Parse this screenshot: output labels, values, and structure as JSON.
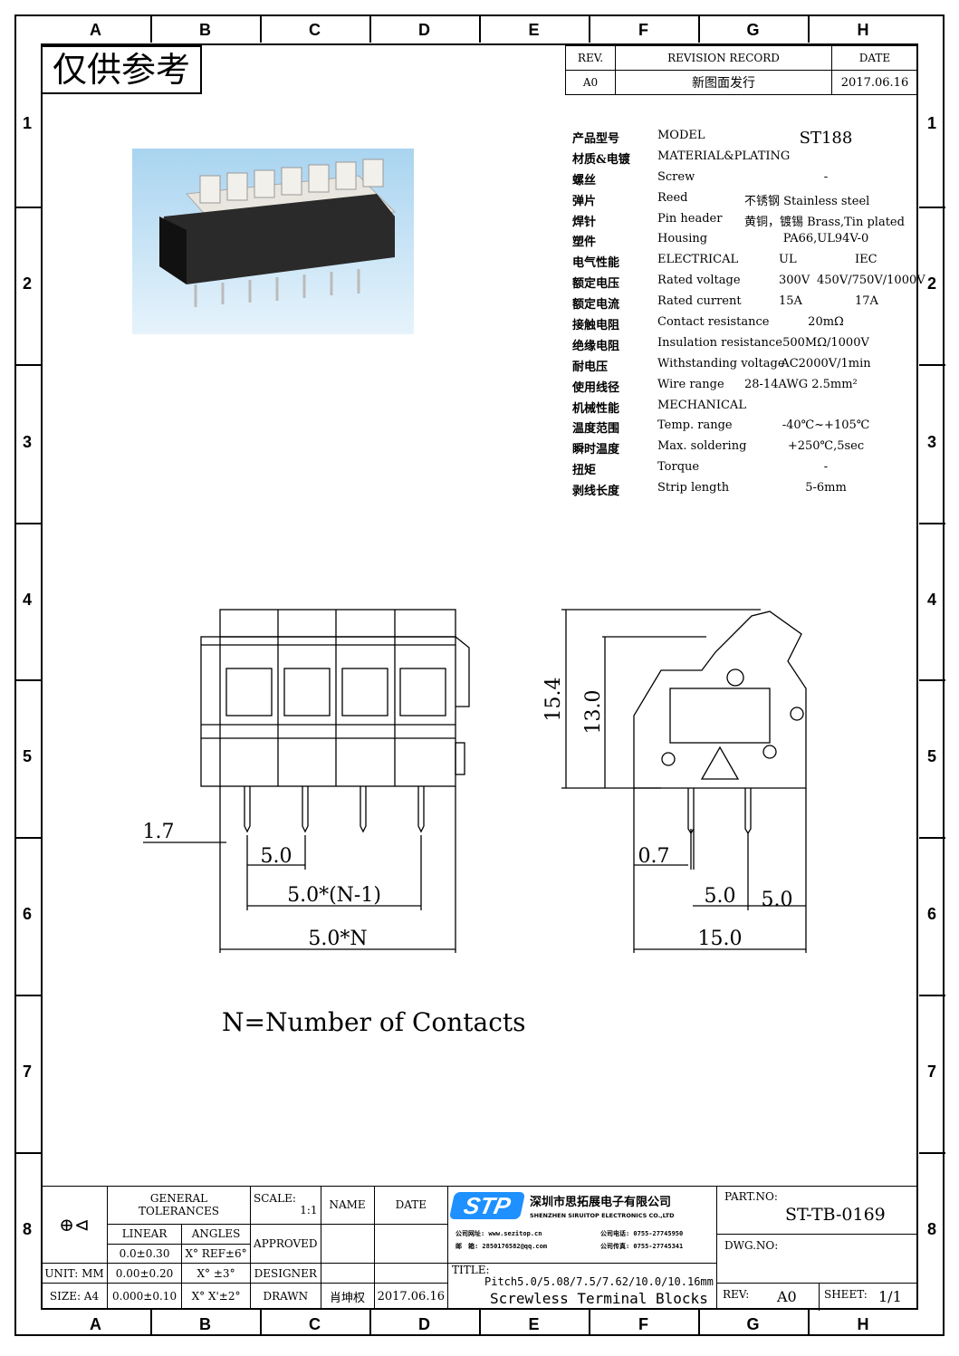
{
  "frame": {
    "columns": [
      "A",
      "B",
      "C",
      "D",
      "E",
      "F",
      "G",
      "H"
    ],
    "rows": [
      "1",
      "2",
      "3",
      "4",
      "5",
      "6",
      "7",
      "8"
    ]
  },
  "stamp": "仅供参考",
  "revision": {
    "headers": [
      "REV.",
      "REVISION RECORD",
      "DATE"
    ],
    "rows": [
      {
        "rev": "A0",
        "record": "新图面发行",
        "date": "2017.06.16"
      }
    ]
  },
  "spec": [
    {
      "cn": "产品型号",
      "en": "MODEL",
      "v1": "ST188",
      "v2": ""
    },
    {
      "cn": "材质&电镀",
      "en": "MATERIAL&PLATING",
      "v1": "",
      "v2": ""
    },
    {
      "cn": "螺丝",
      "en": "Screw",
      "v1": "-",
      "v2": ""
    },
    {
      "cn": "弹片",
      "en": "Reed",
      "v1": "不锈钢 Stainless steel",
      "v2": ""
    },
    {
      "cn": "焊针",
      "en": "Pin header",
      "v1": "黄铜，镀锡 Brass,Tin plated",
      "v2": ""
    },
    {
      "cn": "塑件",
      "en": "Housing",
      "v1": "PA66,UL94V-0",
      "v2": ""
    },
    {
      "cn": "电气性能",
      "en": "ELECTRICAL",
      "v1": "UL",
      "v2": "IEC"
    },
    {
      "cn": "额定电压",
      "en": "Rated voltage",
      "v1": "300V",
      "v2": "450V/750V/1000V"
    },
    {
      "cn": "额定电流",
      "en": "Rated current",
      "v1": "15A",
      "v2": "17A"
    },
    {
      "cn": "接触电阻",
      "en": "Contact resistance",
      "v1": "20mΩ",
      "v2": ""
    },
    {
      "cn": "绝缘电阻",
      "en": "Insulation resistance",
      "v1": "500MΩ/1000V",
      "v2": ""
    },
    {
      "cn": "耐电压",
      "en": "Withstanding voltage",
      "v1": "AC2000V/1min",
      "v2": ""
    },
    {
      "cn": "使用线径",
      "en": "Wire range",
      "v1": "28-14AWG 2.5mm²",
      "v2": ""
    },
    {
      "cn": "机械性能",
      "en": "MECHANICAL",
      "v1": "",
      "v2": ""
    },
    {
      "cn": "温度范围",
      "en": "Temp. range",
      "v1": "-40℃~+105℃",
      "v2": ""
    },
    {
      "cn": "瞬时温度",
      "en": "Max. soldering",
      "v1": "+250℃,5sec",
      "v2": ""
    },
    {
      "cn": "扭矩",
      "en": "Torque",
      "v1": "-",
      "v2": ""
    },
    {
      "cn": "剥线长度",
      "en": "Strip length",
      "v1": "5-6mm",
      "v2": ""
    }
  ],
  "dimensions": {
    "front": {
      "pin_offset": "1.7",
      "pitch": "5.0",
      "span": "5.0*(N-1)",
      "total": "5.0*N"
    },
    "side": {
      "height_total": "15.4",
      "height_body": "13.0",
      "pin": "0.7",
      "pitch_a": "5.0",
      "pitch_b": "5.0",
      "width": "15.0"
    }
  },
  "note": "N=Number of Contacts",
  "titleblock": {
    "general_tolerances": "GENERAL TOLERANCES",
    "linear": "LINEAR",
    "angles": "ANGLES",
    "tol_rows": [
      {
        "lin": "0.0±0.30",
        "ang": "X° REF±6°"
      },
      {
        "lin": "0.00±0.20",
        "ang": "X° ±3°"
      },
      {
        "lin": "0.000±0.10",
        "ang": "X° X'±2°"
      }
    ],
    "unit": "UNIT: MM",
    "size": "SIZE: A4",
    "scale_label": "SCALE:",
    "scale": "1:1",
    "name": "NAME",
    "date": "DATE",
    "approved": "APPROVED",
    "designer": "DESIGNER",
    "drawn": "DRAWN",
    "drawn_name": "肖坤权",
    "drawn_date": "2017.06.16",
    "logo": "STP",
    "company_cn": "深圳市思拓展电子有限公司",
    "company_en": "SHENZHEN SIRUITOP ELECTRONICS CO.,LTD",
    "contact": [
      "公司网址: www.sezitop.cn",
      "公司电话: 0755-27745950",
      "邮　箱: 2850176582@qq.com",
      "公司传真: 0755-27745341"
    ],
    "title_label": "TITLE:",
    "title_line1": "Pitch5.0/5.08/7.5/7.62/10.0/10.16mm",
    "title_line2": "Screwless Terminal Blocks",
    "part_no_label": "PART.NO:",
    "part_no": "ST-TB-0169",
    "dwg_no_label": "DWG.NO:",
    "rev_label": "REV:",
    "rev": "A0",
    "sheet_label": "SHEET:",
    "sheet": "1/1"
  }
}
